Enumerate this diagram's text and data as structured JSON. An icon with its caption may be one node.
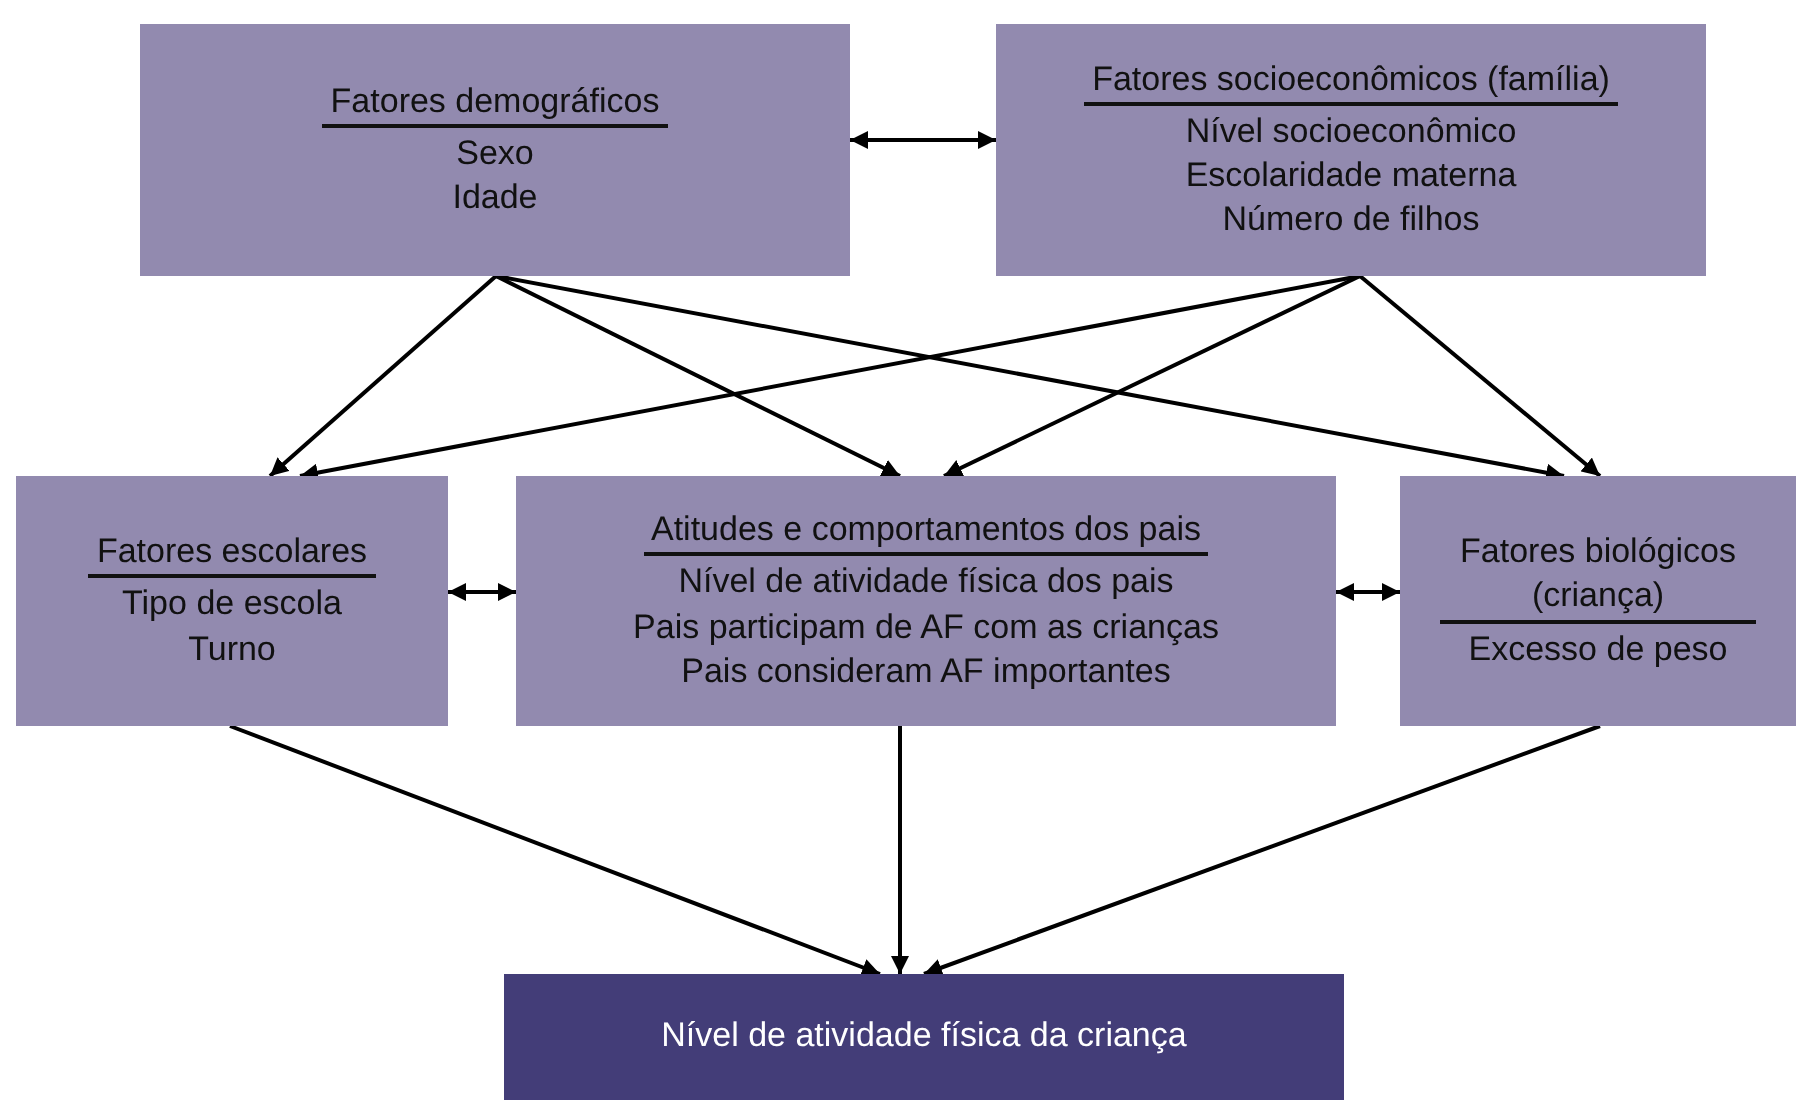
{
  "diagram": {
    "nodes": [
      {
        "text": [
          "Fatores demográficos",
          "Sexo",
          "Idade"
        ]
      },
      {
        "text": [
          "Fatores socioeconômicos (família)",
          "Nível socioeconômico",
          "Escolaridade materna",
          "Número de filhos"
        ]
      },
      {
        "text": [
          "Fatores escolares",
          "Tipo de escola",
          "Turno"
        ]
      },
      {
        "text": [
          "Atitudes e comportamentos dos pais",
          "Nível de atividade física dos pais",
          "Pais participam de AF com as crianças",
          "Pais consideram AF importantes"
        ]
      },
      {
        "text": [
          "Fatores biológicos (criança)",
          "Excesso de peso"
        ]
      },
      {
        "text": [
          "Nível de atividade física da criança"
        ]
      }
    ],
    "edges": [
      {
        "from": 0,
        "to": 1,
        "arrow": "both"
      },
      {
        "from": 0,
        "to": 2,
        "arrow": "to"
      },
      {
        "from": 0,
        "to": 3,
        "arrow": "to"
      },
      {
        "from": 0,
        "to": 4,
        "arrow": "to"
      },
      {
        "from": 1,
        "to": 2,
        "arrow": "to"
      },
      {
        "from": 1,
        "to": 3,
        "arrow": "to"
      },
      {
        "from": 1,
        "to": 4,
        "arrow": "to"
      },
      {
        "from": 2,
        "to": 3,
        "arrow": "both"
      },
      {
        "from": 3,
        "to": 4,
        "arrow": "both"
      },
      {
        "from": 2,
        "to": 5,
        "arrow": "to"
      },
      {
        "from": 3,
        "to": 5,
        "arrow": "to"
      },
      {
        "from": 4,
        "to": 5,
        "arrow": "to"
      }
    ]
  }
}
